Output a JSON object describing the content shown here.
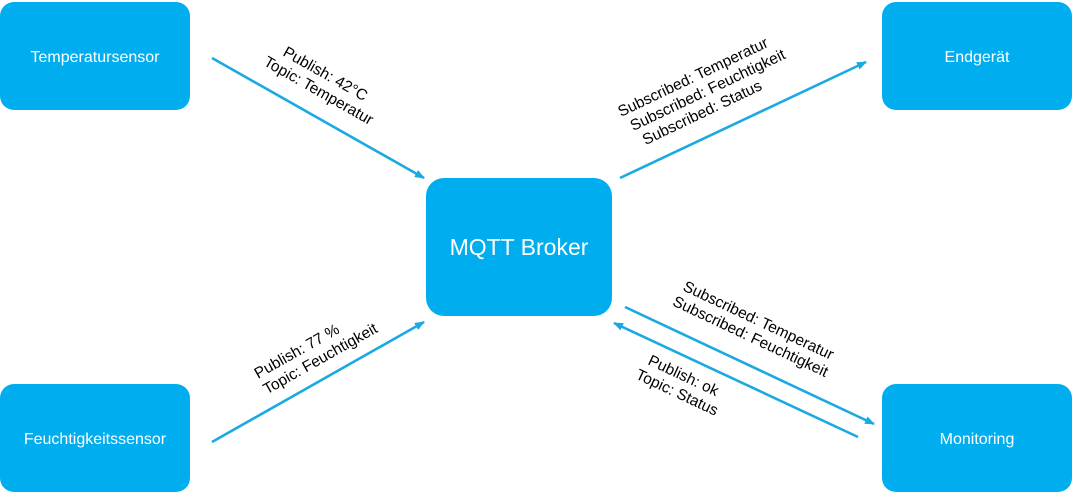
{
  "colors": {
    "node_fill": "#00aeef",
    "node_text": "#ffffff",
    "arrow": "#1aa9e1",
    "label_text": "#000000"
  },
  "nodes": {
    "temperatursensor": "Temperatursensor",
    "feuchtigkeitssensor": "Feuchtigkeitssensor",
    "broker": "MQTT Broker",
    "endgeraet": "Endgerät",
    "monitoring": "Monitoring"
  },
  "edges": {
    "temp_to_broker": [
      "Publish: 42°C",
      "Topic: Temperatur"
    ],
    "feucht_to_broker": [
      "Publish: 77 %",
      "Topic: Feuchtigkeit"
    ],
    "broker_to_endgeraet": [
      "Subscribed: Temperatur",
      "Subscribed: Feuchtigkeit",
      "Subscribed: Status"
    ],
    "broker_to_monitoring": [
      "Subscribed: Temperatur",
      "Subscribed: Feuchtigkeit"
    ],
    "monitoring_to_broker": [
      "Publish: ok",
      "Topic: Status"
    ]
  }
}
